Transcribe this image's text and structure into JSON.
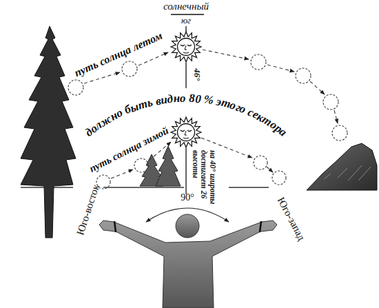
{
  "diagram": {
    "labels": [
      "солнечный",
      "юг",
      "путь солнца летом",
      "46°",
      "должно быть видно 80 % этого сектора",
      "путь солнца зимой",
      "на 40° широты достигает 26 высоты",
      "Юго-восток",
      "90°",
      "Юго-запад"
    ]
  }
}
